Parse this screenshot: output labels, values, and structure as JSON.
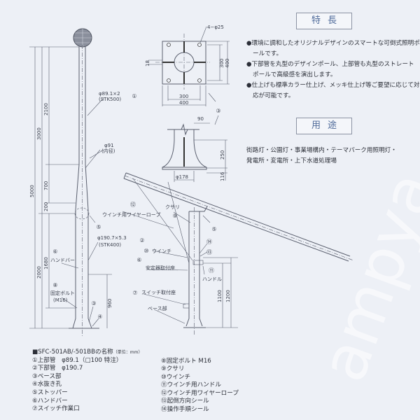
{
  "features": {
    "heading": "特長",
    "bullets": [
      "●環境に調和したオリジナルデザインのスマートな可倒式照明ポールです。",
      "●下部管を丸型のデザインポール、上部管も丸型のストレートポールで高級感を演出します。",
      "●仕上げも標準カラー仕上げ、メッキ仕上げ等ご要望に応じて対応が可能です。"
    ]
  },
  "usage": {
    "heading": "用途",
    "lines": [
      "街路灯・公園灯・事業場構内・テーマパーク用照明灯・",
      "発電所・変電所・上下水道処理場"
    ]
  },
  "parts_list": {
    "title": "■SFC-501AB/-501BBの名称",
    "unit": "（単位：mm）",
    "col1": [
      "①上部管　φ89.1（□100 特注）",
      "②下部管　φ190.7",
      "③ベース部",
      "④水抜き孔",
      "⑤ストッパー",
      "⑥ハンドバー",
      "⑦スイッチ作業口"
    ],
    "col2": [
      "⑧固定ボルト M16",
      "⑨クサリ",
      "⑩ウインチ",
      "⑪ウインチ用ハンドル",
      "⑫ウインチ用ワイヤーロープ",
      "⑬起倒方向シール",
      "⑭操作手順シール"
    ]
  },
  "pole_drawing": {
    "dims": {
      "d5000": "5000",
      "d3000": "3000",
      "d2100": "2100",
      "d700": "700",
      "d200": "200",
      "d2000": "2000",
      "d1680": "1680",
      "d960": "960"
    },
    "upper_pipe": "φ89.1×2",
    "upper_pipe_spec": "(STK500)",
    "inner": "φ91",
    "inner_label": "(内径)",
    "lower_pipe": "φ190.7×5.3",
    "lower_pipe_spec": "(STK400)",
    "handbar": "ハンドバー",
    "bolt": "固定ボルト",
    "bolt_spec": "(M16)",
    "n1": "①",
    "n2": "②",
    "n3": "③",
    "n4": "④",
    "n5": "⑤",
    "n6": "⑥",
    "n8": "⑧"
  },
  "base_detail": {
    "holes": "4−φ25",
    "d18": "18",
    "d300v": "300",
    "d400v": "400",
    "d300h": "300",
    "d400h": "400",
    "d90": "90",
    "d250": "250",
    "d116": "116",
    "d178": "φ178",
    "n3": "③"
  },
  "tilt_drawing": {
    "wire": "ウインチ用ワイヤーロープ",
    "chain": "クサリ",
    "winch": "ウインチ",
    "ballast_seat": "安定器取付座",
    "handle": "ハンドル",
    "switch_seat": "スイッチ取付座",
    "base": "ベース部",
    "d1100": "1100",
    "d1200": "1200",
    "n12": "⑫",
    "n9": "⑨",
    "n5": "⑤",
    "n14": "⑭",
    "n13": "⑬",
    "n10": "⑩",
    "n6": "⑥",
    "n11": "⑪",
    "n7": "⑦"
  },
  "watermark": "ampya"
}
